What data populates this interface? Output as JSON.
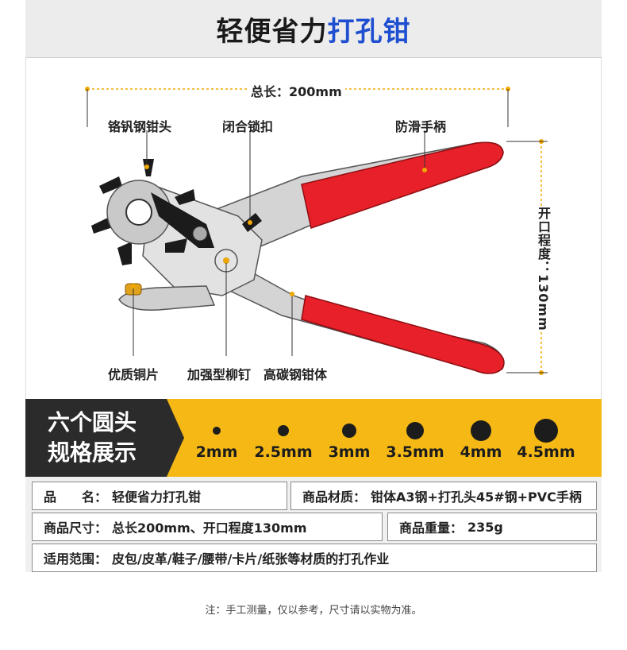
{
  "header": {
    "title_dark": "轻便省力",
    "title_blue": "打孔钳"
  },
  "callouts": {
    "total_length": "总长：200mm",
    "head": "铬钒钢钳头",
    "lock": "闭合锁扣",
    "handle": "防滑手柄",
    "opening": "开口程度：130mm",
    "copper": "优质铜片",
    "rivet": "加强型柳钉",
    "body": "高碳钢钳体"
  },
  "sizes": {
    "heading_line1": "六个圆头",
    "heading_line2": "规格展示",
    "items": [
      {
        "label": "2mm",
        "mm": 2
      },
      {
        "label": "2.5mm",
        "mm": 2.5
      },
      {
        "label": "3mm",
        "mm": 3
      },
      {
        "label": "3.5mm",
        "mm": 3.5
      },
      {
        "label": "4mm",
        "mm": 4
      },
      {
        "label": "4.5mm",
        "mm": 4.5
      }
    ]
  },
  "specs": {
    "name_key": "品　　名：",
    "name_val": "轻便省力打孔钳",
    "material_key": "商品材质：",
    "material_val": "钳体A3钢+打孔头45#钢+PVC手柄",
    "size_key": "商品尺寸：",
    "size_val": "总长200mm、开口程度130mm",
    "weight_key": "商品重量：",
    "weight_val": "235g",
    "usage_key": "适用范围：",
    "usage_val": "皮包/皮革/鞋子/腰带/卡片/纸张等材质的打孔作业"
  },
  "note": "注：手工测量，仅以参考，尺寸请以实物为准。",
  "colors": {
    "accent_yellow": "#f5b815",
    "accent_blue": "#1f4fd1",
    "handle_red": "#e8202a",
    "dark": "#2b2b2b"
  }
}
